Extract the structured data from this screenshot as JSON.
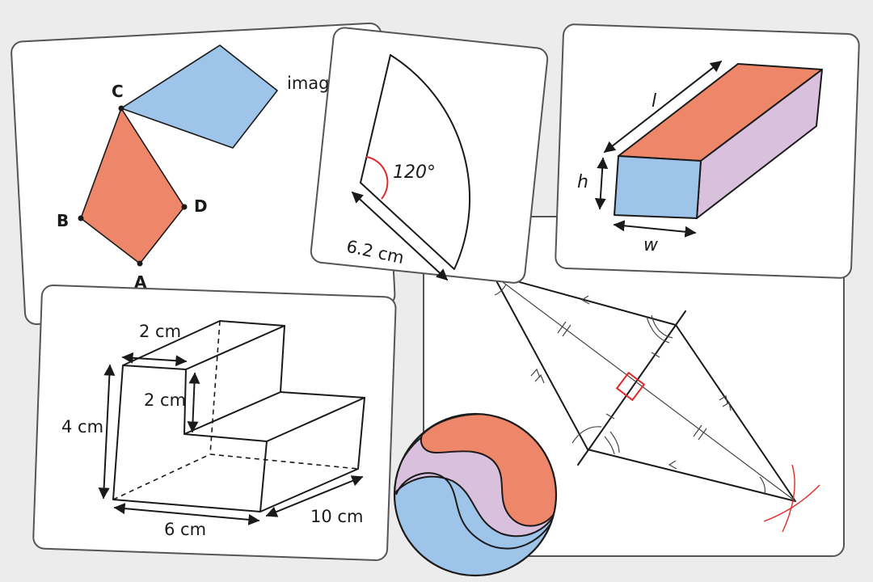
{
  "colors": {
    "background": "#ececec",
    "card": "#ffffff",
    "coral": "#ee8669",
    "blue": "#9fc4ea",
    "lilac": "#d9c1dd",
    "construction_red": "#e02a2a",
    "ink": "#1a1a1a"
  },
  "rotation_card": {
    "points": [
      "A",
      "B",
      "C",
      "D"
    ],
    "image_label": "image"
  },
  "sector_card": {
    "angle_label": "120°",
    "radius_label": "6.2 cm"
  },
  "cuboid_card": {
    "length_label": "l",
    "height_label": "h",
    "width_label": "w"
  },
  "step_prism_card": {
    "top_width_label": "2 cm",
    "step_height_label": "2 cm",
    "height_label": "4 cm",
    "width_label": "6 cm",
    "depth_label": "10 cm"
  },
  "construction_card": {
    "icons": [
      "right-angle-marker",
      "arc-construction-icon"
    ]
  },
  "yin_yang_circle": {
    "regions": [
      "coral",
      "lilac",
      "blue"
    ]
  }
}
